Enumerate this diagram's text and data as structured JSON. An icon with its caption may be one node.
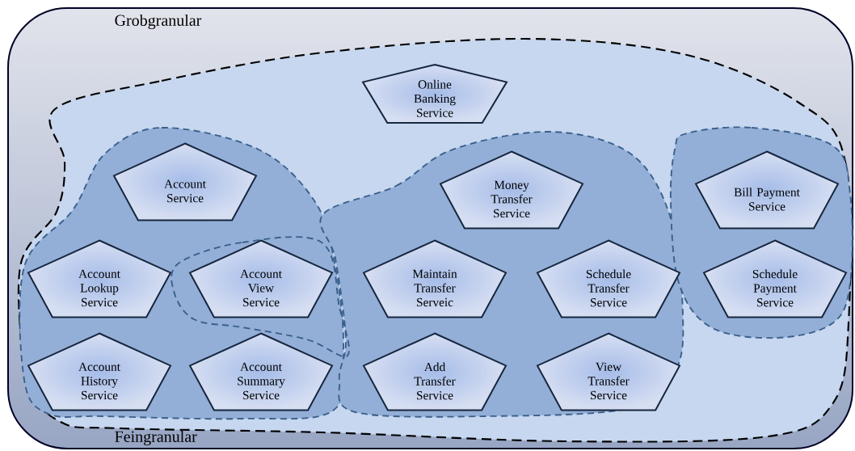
{
  "diagram": {
    "nodes": [
      {
        "text": [
          "Grobgranular",
          "Feingranular"
        ]
      },
      {
        "text": [
          "Online Banking Service"
        ],
        "in": 0
      },
      {
        "text": [
          "Account Service"
        ],
        "in": 0
      },
      {
        "text": [
          "Money Transfer Service"
        ],
        "in": 0
      },
      {
        "text": [
          "Bill Payment Service"
        ],
        "in": 0
      },
      {
        "text": [
          "Account Lookup Service"
        ],
        "in": 0
      },
      {
        "text": [
          "Account View Service"
        ],
        "in": 0
      },
      {
        "text": [
          "Maintain Transfer Serveic"
        ],
        "in": 0
      },
      {
        "text": [
          "Schedule Transfer Service"
        ],
        "in": 0
      },
      {
        "text": [
          "Schedule Payment Service"
        ],
        "in": 0
      },
      {
        "text": [
          "Account History Service"
        ],
        "in": 0
      },
      {
        "text": [
          "Account Summary Service"
        ],
        "in": 0
      },
      {
        "text": [
          "Add Transfer Service"
        ],
        "in": 0
      },
      {
        "text": [
          "View Transfer Service"
        ],
        "in": 0
      }
    ]
  }
}
